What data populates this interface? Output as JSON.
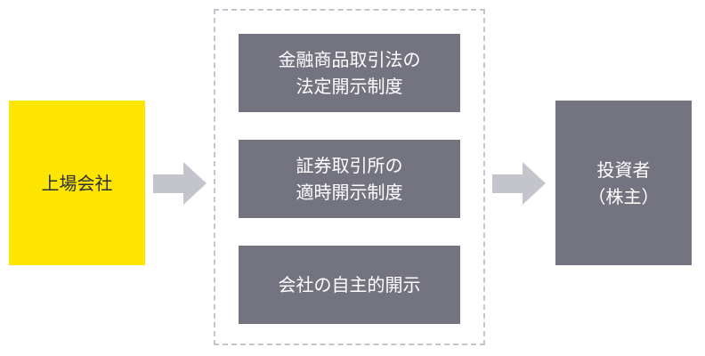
{
  "source": {
    "label": "上場会社"
  },
  "disclosures": [
    {
      "label": "金融商品取引法の\n法定開示制度"
    },
    {
      "label": "証券取引所の\n適時開示制度"
    },
    {
      "label": "会社の自主的開示"
    }
  ],
  "target": {
    "label": "投資者\n（株主）"
  },
  "colors": {
    "yellow": "#FFE600",
    "gray": "#747480",
    "arrow": "#C4C4CD"
  }
}
